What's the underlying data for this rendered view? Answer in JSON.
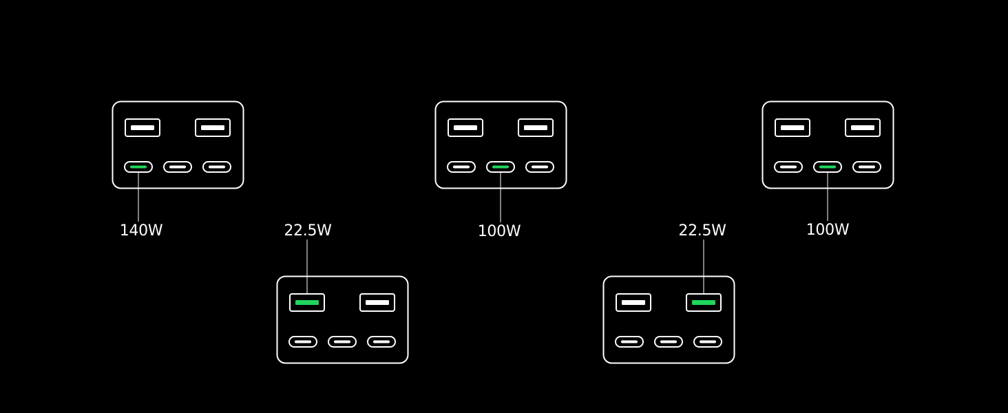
{
  "colors": {
    "background": "#000000",
    "outline": "#ffffff",
    "active_port": "#1fd65a"
  },
  "chargers": [
    {
      "active_port": "usb-c-1",
      "output": {
        "label": "140W"
      }
    },
    {
      "active_port": "usb-a-1",
      "output": {
        "label": "22.5W"
      }
    },
    {
      "active_port": "usb-c-2",
      "output": {
        "label": "100W"
      }
    },
    {
      "active_port": "usb-a-2",
      "output": {
        "label": "22.5W"
      }
    },
    {
      "active_port": "usb-c-2",
      "output": {
        "label": "100W"
      }
    }
  ]
}
